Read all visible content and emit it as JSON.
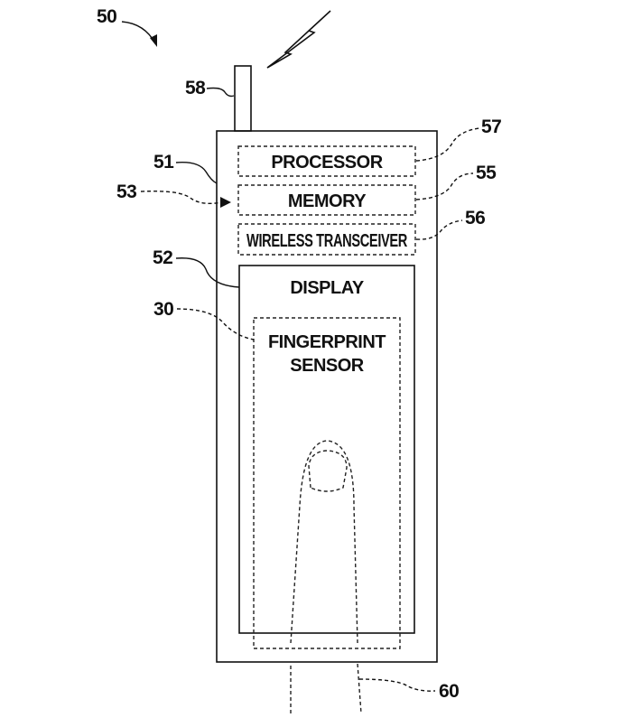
{
  "figure": {
    "ref_numerals": {
      "device": "50",
      "housing": "51",
      "display": "52",
      "controller": "53",
      "memory": "55",
      "wireless_transceiver": "56",
      "processor": "57",
      "antenna": "58",
      "finger": "60",
      "fingerprint_sensor": "30"
    },
    "blocks": {
      "processor": "PROCESSOR",
      "memory": "MEMORY",
      "wireless_transceiver": "WIRELESS TRANSCEIVER",
      "display": "DISPLAY",
      "fingerprint_sensor_line1": "FINGERPRINT",
      "fingerprint_sensor_line2": "SENSOR"
    }
  }
}
